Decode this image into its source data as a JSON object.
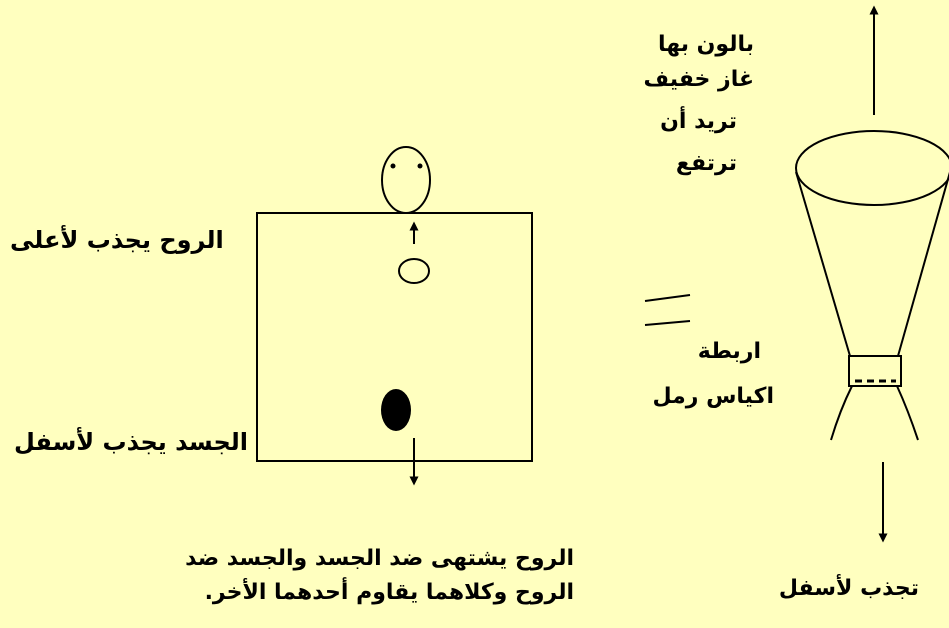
{
  "labels": {
    "spirit_up": "الروح يجذب لأعلى",
    "body_down": "الجسد يجذب لأسفل",
    "caption_line1": "الروح يشتهى ضد الجسد والجسد ضد",
    "caption_line2": "الروح وكلاهما يقاوم أحدهما الأخر.",
    "balloon_line1": "بالون بها",
    "balloon_line2": "غاز خفيف",
    "balloon_line3": "تريد أن",
    "balloon_line4": "ترتفع",
    "sandbags_line1": "اربطة",
    "sandbags_line2": "اكياس رمل",
    "pull_down": "تجذب لأسفل"
  },
  "colors": {
    "background": "#FFFFBF",
    "ink": "#000000"
  }
}
